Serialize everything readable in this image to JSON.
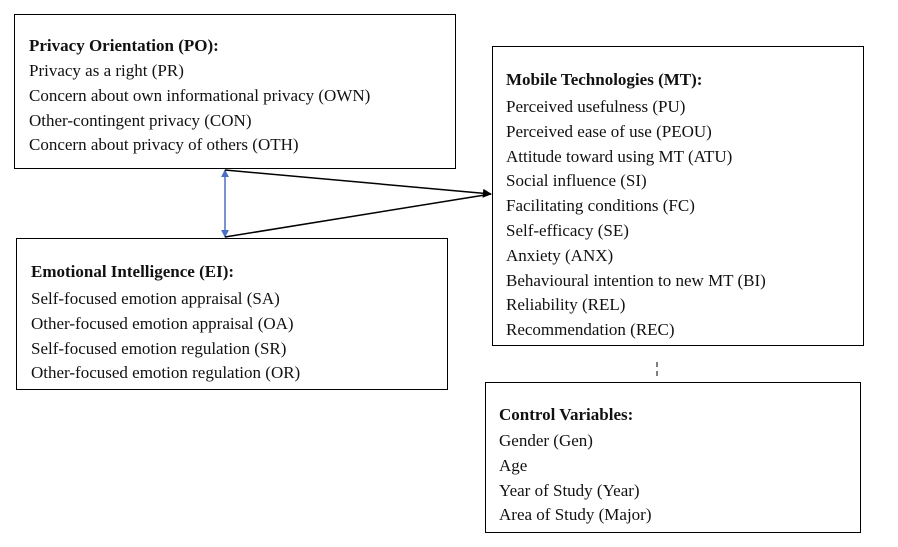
{
  "boxes": {
    "privacy_orientation": {
      "title": "Privacy Orientation (PO):",
      "items": [
        "Privacy as a right (PR)",
        "Concern about own informational privacy (OWN)",
        "Other-contingent privacy (CON)",
        "Concern about privacy of others (OTH)"
      ]
    },
    "emotional_intelligence": {
      "title": "Emotional Intelligence (EI):",
      "items": [
        "Self-focused emotion appraisal (SA)",
        "Other-focused emotion appraisal (OA)",
        "Self-focused emotion regulation (SR)",
        "Other-focused emotion regulation (OR)"
      ]
    },
    "mobile_technologies": {
      "title": "Mobile Technologies (MT):",
      "items": [
        "Perceived usefulness (PU)",
        "Perceived ease of use (PEOU)",
        "Attitude toward using MT (ATU)",
        "Social influence (SI)",
        "Facilitating conditions (FC)",
        "Self-efficacy (SE)",
        "Anxiety (ANX)",
        "Behavioural intention to new MT (BI)",
        "Reliability (REL)",
        "Recommendation (REC)"
      ]
    },
    "control_variables": {
      "title": "Control Variables:",
      "items": [
        "Gender (Gen)",
        "Age",
        "Year of Study (Year)",
        "Area of Study (Major)"
      ]
    }
  },
  "colors": {
    "correlation_arrow": "#4a6fc4",
    "path_arrow": "#000000",
    "box_border": "#000000"
  }
}
